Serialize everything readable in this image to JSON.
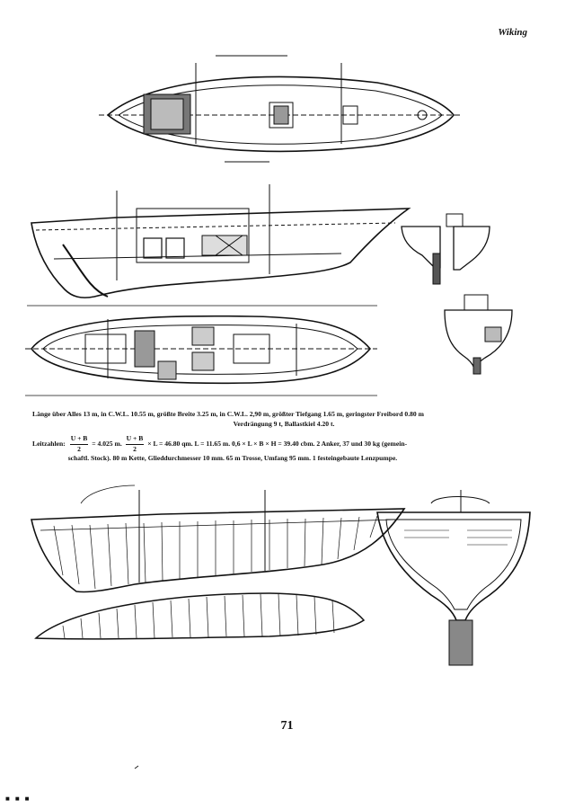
{
  "header": {
    "running_title": "Wiking"
  },
  "caption": {
    "line1": "Länge über Alles 13 m, in C.W.L. 10.55 m, größte Breite 3.25 m, in C.W.L. 2,90 m, größter Tiefgang 1.65 m, geringster Freibord 0.80 m",
    "line2": "Verdrängung 9 t, Ballastkiel 4.20 t.",
    "leitzahlen_label": "Leitzahlen:",
    "frac1_num": "U + B",
    "frac1_den": "2",
    "part1": "= 4.025 m.",
    "frac2_num": "U + B",
    "frac2_den": "2",
    "part2": "× L = 46.80 qm.  L = 11.65 m.  0,6 × L × B × H = 39.40 cbm.  2 Anker, 37 und 30 kg (gemein-",
    "line3": "schaftl. Stock). 80 m Kette, Glieddurchmesser 10 mm. 65 m Trosse, Umfang 95 mm. 1 festeingebaute Lenzpumpe."
  },
  "page_number": "71",
  "footer_mark": "■ ■ ■"
}
